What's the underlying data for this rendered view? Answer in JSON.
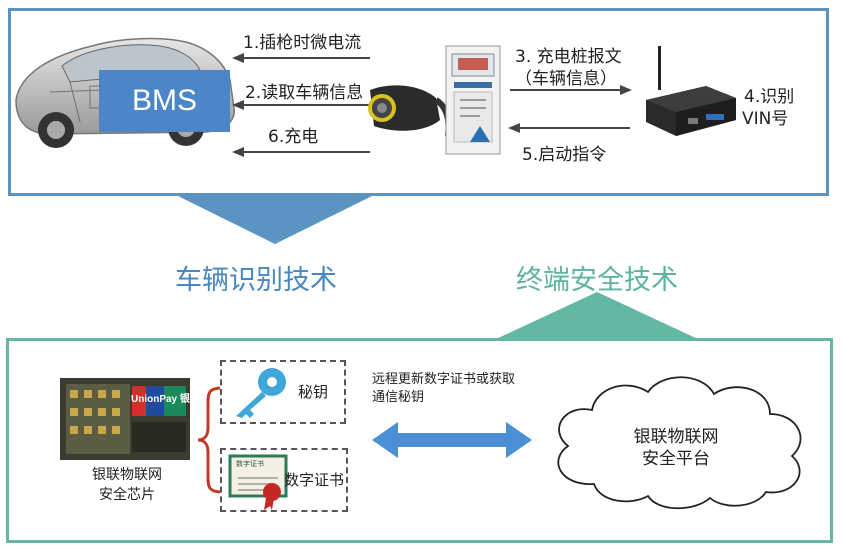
{
  "vehicle_identification": {
    "heading": "车辆识别技术",
    "bms_label": "BMS",
    "step1": "1.插枪时微电流",
    "step2": "2.读取车辆信息",
    "step6": "6.充电",
    "step3_line1": "3. 充电桩报文",
    "step3_line2": "（车辆信息）",
    "step5": "5.启动指令",
    "step4_line1": "4.识别",
    "step4_line2": "VIN号"
  },
  "terminal_security": {
    "heading": "终端安全技术",
    "chip_label_line1": "银联物联网",
    "chip_label_line2": "安全芯片",
    "chip_logo_text": "UnionPay 银联",
    "key_label": "秘钥",
    "cert_label": "数字证书",
    "cert_inner_text": "数字证书",
    "exchange_line1": "远程更新数字证书或获取",
    "exchange_line2": "通信秘钥",
    "cloud_line1": "银联物联网",
    "cloud_line2": "安全平台"
  },
  "colors": {
    "top_border": "#5d93bd",
    "bottom_border": "#62b7a5",
    "bms_fill": "#4a86c8",
    "exchange_arrow": "#4b8fd6"
  }
}
